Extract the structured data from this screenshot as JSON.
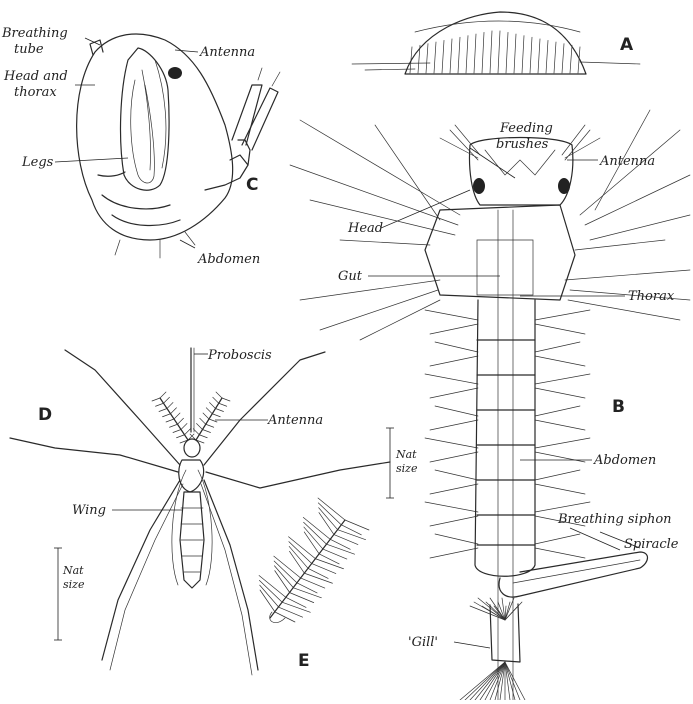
{
  "panels": {
    "a": "A",
    "b": "B",
    "c": "C",
    "d": "D",
    "e": "E"
  },
  "labels": {
    "pupa_breathing_tube_1": "Breathing",
    "pupa_breathing_tube_2": "tube",
    "pupa_antenna": "Antenna",
    "pupa_head_thorax_1": "Head and",
    "pupa_head_thorax_2": "thorax",
    "pupa_legs": "Legs",
    "pupa_abdomen": "Abdomen",
    "larva_feeding_1": "Feeding",
    "larva_feeding_2": "brushes",
    "larva_antenna": "Antenna",
    "larva_head": "Head",
    "larva_gut": "Gut",
    "larva_thorax": "Thorax",
    "larva_abdomen": "Abdomen",
    "larva_siphon": "Breathing siphon",
    "larva_spiracle": "Spiracle",
    "larva_gill": "'Gill'",
    "adult_proboscis": "Proboscis",
    "adult_antenna": "Antenna",
    "adult_wing": "Wing"
  },
  "scale_bars": {
    "larva_1": "Nat",
    "larva_2": "size",
    "adult_1": "Nat",
    "adult_2": "size"
  }
}
